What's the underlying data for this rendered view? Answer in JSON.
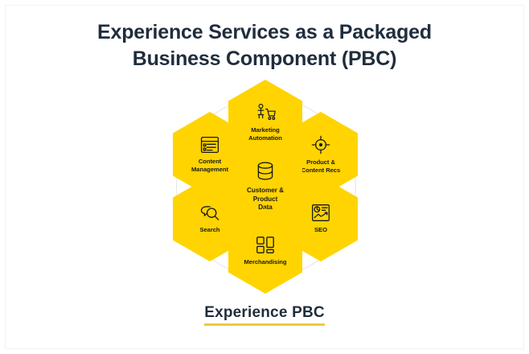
{
  "page": {
    "background_color": "#ffffff",
    "accent_color": "#FFD400",
    "text_color": "#1f2d3d",
    "underline_color": "#EBCB3E"
  },
  "title": {
    "line1": "Experience Services as a Packaged",
    "line2": "Business Component (PBC)"
  },
  "diagram": {
    "center": {
      "label": "Customer & Product Data",
      "label_line1": "Customer &",
      "label_line2": "Product",
      "label_line3": "Data",
      "icon": "database-icon"
    },
    "nodes": [
      {
        "label": "Marketing Automation",
        "label_line1": "Marketing",
        "label_line2": "Automation",
        "icon": "person-with-shopping-cart-icon",
        "position": "top"
      },
      {
        "label": "Product & Content Recs",
        "label_line1": "Product &",
        "label_line2": "Content Recs",
        "icon": "crosshair-target-icon",
        "position": "top-right"
      },
      {
        "label": "SEO",
        "label_line1": "SEO",
        "label_line2": "",
        "icon": "analytics-chart-icon",
        "position": "bottom-right"
      },
      {
        "label": "Merchandising",
        "label_line1": "Merchandising",
        "label_line2": "",
        "icon": "grid-blocks-icon",
        "position": "bottom"
      },
      {
        "label": "Search",
        "label_line1": "Search",
        "label_line2": "",
        "icon": "magnifier-speech-bubble-icon",
        "position": "bottom-left"
      },
      {
        "label": "Content Management",
        "label_line1": "Content",
        "label_line2": "Management",
        "icon": "document-layout-icon",
        "position": "top-left"
      }
    ]
  },
  "footer": {
    "label": "Experience PBC"
  }
}
